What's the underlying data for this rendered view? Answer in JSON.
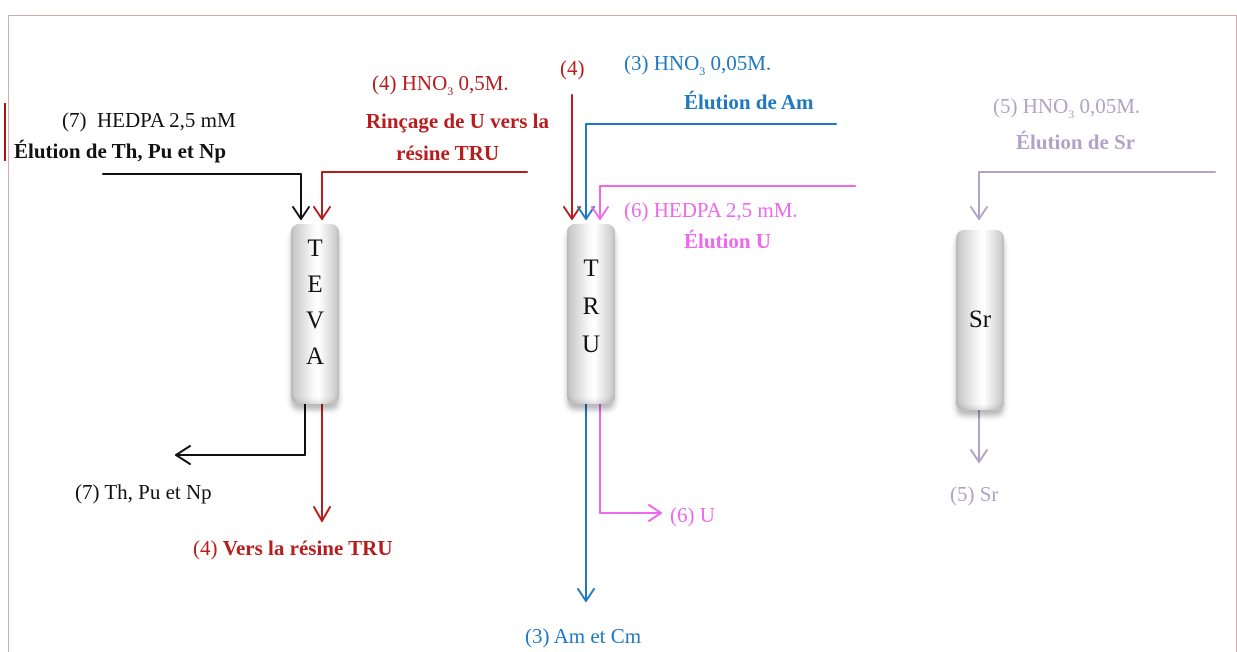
{
  "teva": {
    "inlet_left": {
      "num": "(7)",
      "text": "HEDPA 2,5 mM",
      "subtitle": "Élution de Th, Pu et Np"
    },
    "inlet_right": {
      "num": "(4)",
      "formula_pre": "HNO",
      "formula_sub": "3",
      "formula_post": "0,5M.",
      "line1": "Rinçage de U vers la",
      "line2": "résine TRU"
    },
    "letters": [
      "T",
      "E",
      "V",
      "A"
    ],
    "outlet_left": "(7)  Th, Pu et Np",
    "outlet_down": {
      "num": "(4)",
      "text": "Vers la résine TRU"
    }
  },
  "tru": {
    "inlet_red": "(4)",
    "inlet_blue": {
      "num": "(3)",
      "formula_pre": "HNO",
      "formula_sub": "3",
      "formula_post": "0,05M.",
      "subtitle": "Élution de Am"
    },
    "inlet_pink": {
      "num": "(6)",
      "text": "HEDPA 2,5 mM.",
      "subtitle": "Élution U"
    },
    "letters": [
      "T",
      "R",
      "U"
    ],
    "outlet_pink": "(6) U",
    "outlet_blue": "(3) Am et Cm"
  },
  "sr": {
    "inlet": {
      "num": "(5)",
      "formula_pre": "HNO",
      "formula_sub": "3",
      "formula_post": "0,05M.",
      "subtitle": "Élution de Sr"
    },
    "label": "Sr",
    "outlet": "(5) Sr"
  },
  "colors": {
    "black": "#111111",
    "red": "#b81c1c",
    "blue": "#1e78c2",
    "pink": "#ee68ee",
    "lavender": "#b1a2c8"
  }
}
